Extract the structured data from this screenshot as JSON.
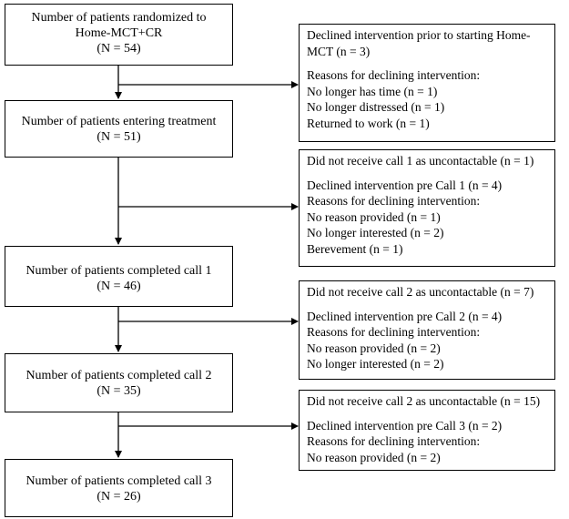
{
  "main_boxes": [
    {
      "title": "Number of patients randomized to Home-MCT+CR",
      "count": "(N = 54)"
    },
    {
      "title": "Number of patients entering treatment",
      "count": "(N = 51)"
    },
    {
      "title": "Number of patients completed call 1",
      "count": "(N = 46)"
    },
    {
      "title": "Number of patients completed call 2",
      "count": "(N = 35)"
    },
    {
      "title": "Number of patients completed call 3",
      "count": "(N = 26)"
    }
  ],
  "exclusion_boxes": [
    {
      "lines": [
        "Declined intervention prior to starting Home-MCT (n = 3)",
        "",
        "Reasons for declining intervention:",
        "No longer has time (n = 1)",
        "No longer distressed (n = 1)",
        "Returned to work (n = 1)"
      ]
    },
    {
      "lines": [
        "Did not receive call 1 as uncontactable (n = 1)",
        "",
        "Declined intervention pre Call 1 (n = 4)",
        "Reasons for declining intervention:",
        "No reason provided (n = 1)",
        "No longer interested (n = 2)",
        "Berevement (n = 1)"
      ]
    },
    {
      "lines": [
        "Did not receive call 2 as uncontactable (n = 7)",
        "",
        "Declined intervention pre Call 2 (n = 4)",
        "Reasons for declining intervention:",
        "No reason provided (n = 2)",
        "No longer interested (n = 2)"
      ]
    },
    {
      "lines": [
        "Did not receive call 2 as uncontactable (n = 15)",
        "",
        "Declined intervention pre Call 3 (n = 2)",
        "Reasons for declining intervention:",
        "No reason provided (n = 2)"
      ]
    }
  ]
}
